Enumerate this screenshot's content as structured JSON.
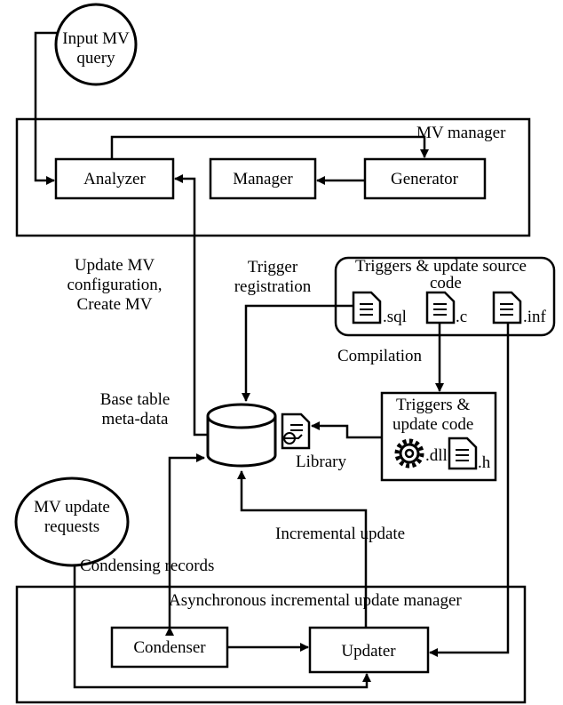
{
  "nodes": {
    "input_query": [
      "Input MV",
      "query"
    ],
    "update_requests": [
      "MV update",
      "requests"
    ],
    "analyzer": "Analyzer",
    "manager": "Manager",
    "generator": "Generator",
    "condenser": "Condenser",
    "updater": "Updater",
    "library": "Library"
  },
  "containers": {
    "mv_manager": "MV manager",
    "async_manager": "Asynchronous incremental update manager",
    "triggers_source": [
      "Triggers & update source",
      "code"
    ],
    "triggers_code": [
      "Triggers &",
      "update code"
    ]
  },
  "files": {
    "sql": ".sql",
    "c": ".c",
    "inf": ".inf",
    "dll": ".dll",
    "h": ".h"
  },
  "edge_labels": {
    "update_config": [
      "Update MV",
      "configuration,",
      "Create MV"
    ],
    "trigger_registration": [
      "Trigger",
      "registration"
    ],
    "compilation": "Compilation",
    "base_table": [
      "Base table",
      "meta-data"
    ],
    "incremental_update": "Incremental update",
    "condensing_records": "Condensing records"
  }
}
